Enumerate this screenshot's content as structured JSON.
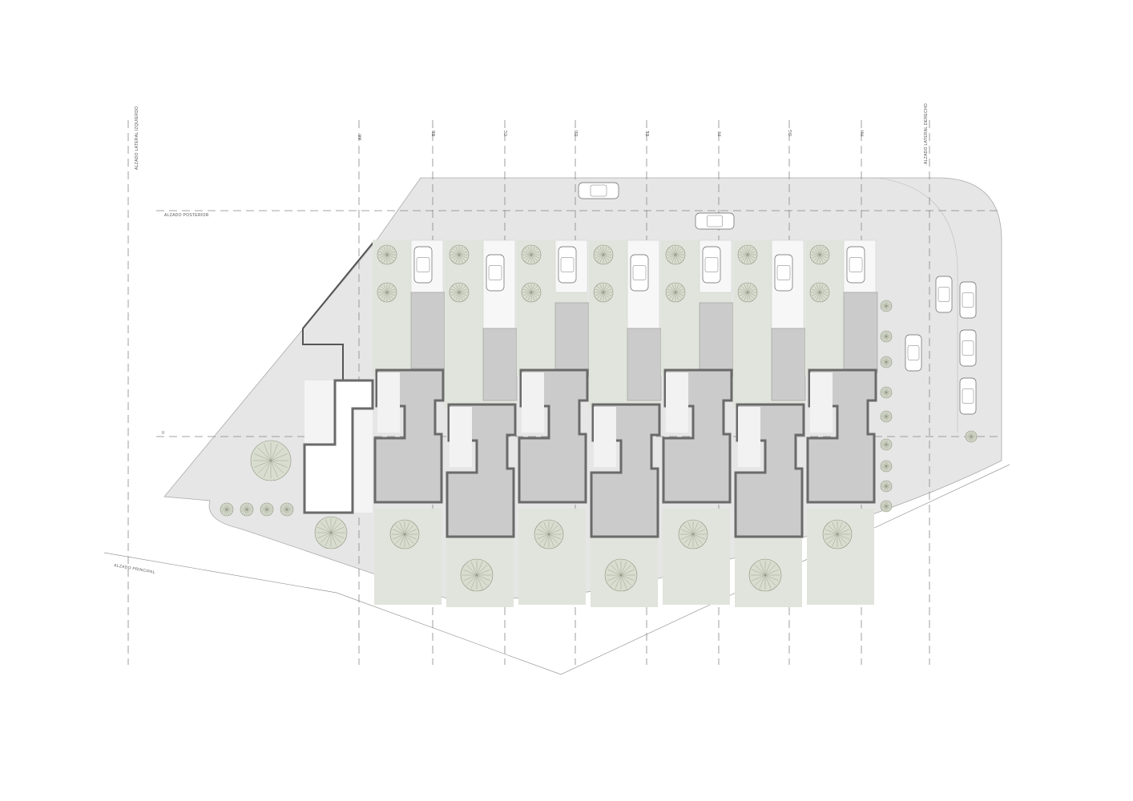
{
  "plan": {
    "section_labels": [
      "AA",
      "BB",
      "CC",
      "DD",
      "EE",
      "FF",
      "GG",
      "HH"
    ],
    "horizontal_section_label": "II",
    "elevation_left": "ALZADO LATERAL IZQUIERDO",
    "elevation_rear": "ALZADO POSTERIOR",
    "elevation_right": "ALZADO LATERAL DERECHO",
    "elevation_front": "ALZADO PRINCIPAL"
  },
  "colors": {
    "site": "#e6e6e6",
    "garden": "#e1e4dc",
    "building": "#cbcbcb",
    "outline": "#6a6a6a"
  }
}
